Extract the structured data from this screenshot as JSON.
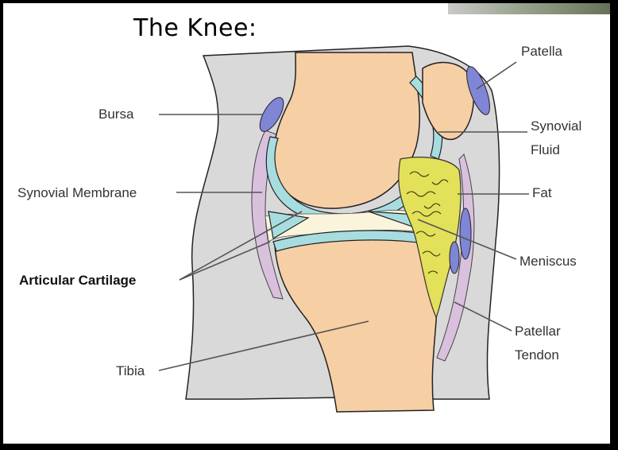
{
  "title": "The Knee:",
  "labels": {
    "patella": "Patella",
    "bursa": "Bursa",
    "synovial_membrane": "Synovial Membrane",
    "articular_cartilage": "Articular Cartilage",
    "tibia": "Tibia",
    "synovial_fluid_line1": "Synovial",
    "synovial_fluid_line2": "Fluid",
    "fat": "Fat",
    "meniscus": "Meniscus",
    "patellar_tendon_line1": "Patellar",
    "patellar_tendon_line2": "Tendon"
  },
  "colors": {
    "bone": "#f7cfa4",
    "cartilage": "#a8dde0",
    "fluid": "#fbf4dc",
    "fat": "#e3e05a",
    "bursa": "#7f86d6",
    "membrane": "#d9c1de",
    "soft_tissue": "#d9d9d9"
  }
}
